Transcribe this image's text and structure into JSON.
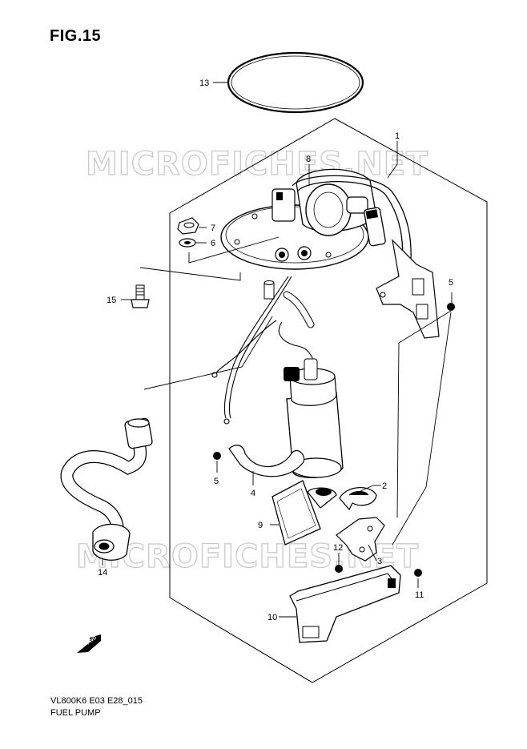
{
  "figure": {
    "title": "FIG.15",
    "code": "VL800K6 E03 E28_015",
    "name": "FUEL PUMP"
  },
  "watermark": {
    "text": "MICROFICHES.NET",
    "color": "#c9c9c9"
  },
  "fwd_label": "FWD",
  "callouts": {
    "c1": "1",
    "c2": "2",
    "c3": "3",
    "c4": "4",
    "c5a": "5",
    "c5b": "5",
    "c6": "6",
    "c7": "7",
    "c8": "8",
    "c9": "9",
    "c10": "10",
    "c11": "11",
    "c12": "12",
    "c13": "13",
    "c14": "14",
    "c15": "15"
  },
  "parts": [
    {
      "ref": "1",
      "icon": "fuel-pump-assembly-icon"
    },
    {
      "ref": "2",
      "icon": "fuel-pump-retainer-icon"
    },
    {
      "ref": "3",
      "icon": "filter-bracket-icon"
    },
    {
      "ref": "4",
      "icon": "pump-holder-band-icon"
    },
    {
      "ref": "5",
      "icon": "screw-icon"
    },
    {
      "ref": "6",
      "icon": "washer-icon"
    },
    {
      "ref": "7",
      "icon": "nut-icon"
    },
    {
      "ref": "8",
      "icon": "pressure-regulator-icon"
    },
    {
      "ref": "9",
      "icon": "fuel-filter-icon"
    },
    {
      "ref": "10",
      "icon": "protector-cover-icon"
    },
    {
      "ref": "11",
      "icon": "screw-icon"
    },
    {
      "ref": "12",
      "icon": "screw-icon"
    },
    {
      "ref": "13",
      "icon": "o-ring-icon"
    },
    {
      "ref": "14",
      "icon": "fuel-hose-icon"
    },
    {
      "ref": "15",
      "icon": "bolt-icon"
    }
  ]
}
